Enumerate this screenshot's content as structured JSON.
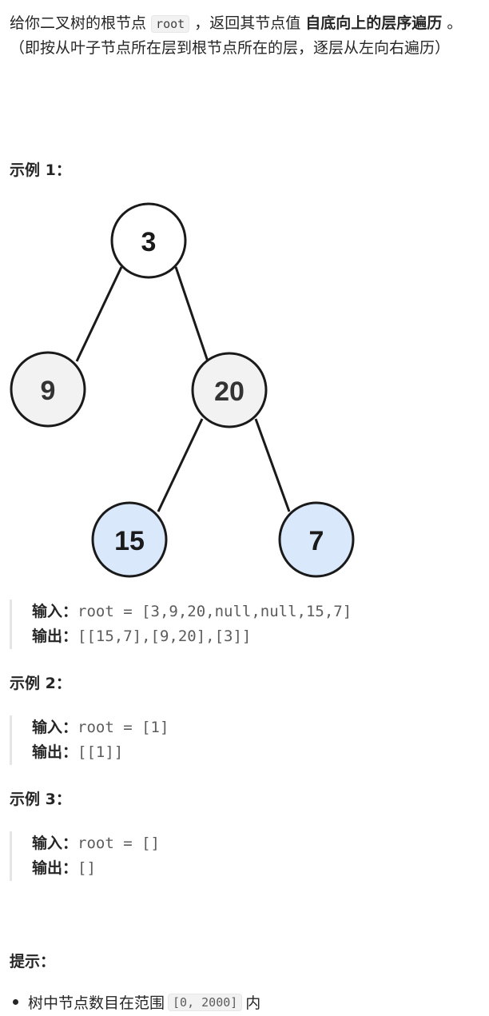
{
  "intro": {
    "part1": "给你二叉树的根节点 ",
    "code": "root",
    "part2": " ，返回其节点值 ",
    "bold": "自底向上的层序遍历",
    "part3": " 。 （即按从叶子节点所在层到根节点所在的层，逐层从左向右遍历）"
  },
  "examples": [
    {
      "heading": "示例 1：",
      "input_label": "输入：",
      "input_value": "root = [3,9,20,null,null,15,7]",
      "output_label": "输出：",
      "output_value": "[[15,7],[9,20],[3]]"
    },
    {
      "heading": "示例 2：",
      "input_label": "输入：",
      "input_value": "root = [1]",
      "output_label": "输出：",
      "output_value": "[[1]]"
    },
    {
      "heading": "示例 3：",
      "input_label": "输入：",
      "input_value": "root = []",
      "output_label": "输出：",
      "output_value": "[]"
    }
  ],
  "tree": {
    "nodes": [
      {
        "label": "3",
        "fill": "#ffffff"
      },
      {
        "label": "9",
        "fill": "#f2f2f2"
      },
      {
        "label": "20",
        "fill": "#f2f2f2"
      },
      {
        "label": "15",
        "fill": "#dae8fc"
      },
      {
        "label": "7",
        "fill": "#dae8fc"
      }
    ]
  },
  "hints": {
    "heading": "提示：",
    "items": [
      {
        "before": "树中节点数目在范围 ",
        "code": "[0, 2000]",
        "after": " 内"
      }
    ]
  }
}
